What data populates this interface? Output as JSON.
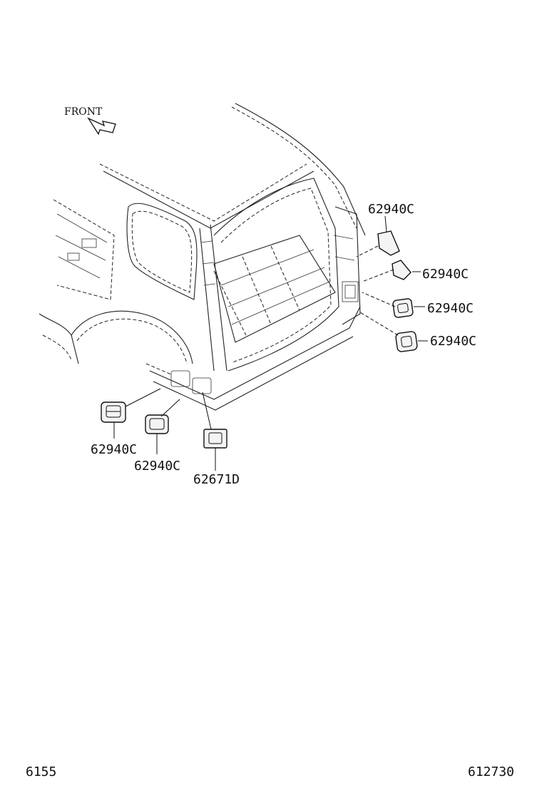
{
  "direction_label": "FRONT",
  "callouts": [
    {
      "id": "right-top",
      "text": "62940C"
    },
    {
      "id": "right-2",
      "text": "62940C"
    },
    {
      "id": "right-3",
      "text": "62940C"
    },
    {
      "id": "right-4",
      "text": "62940C"
    },
    {
      "id": "bottom-left",
      "text": "62940C"
    },
    {
      "id": "bottom-mid",
      "text": "62940C"
    },
    {
      "id": "bottom-right",
      "text": "62671D"
    }
  ],
  "footer": {
    "left_code": "6155",
    "right_code": "612730"
  }
}
